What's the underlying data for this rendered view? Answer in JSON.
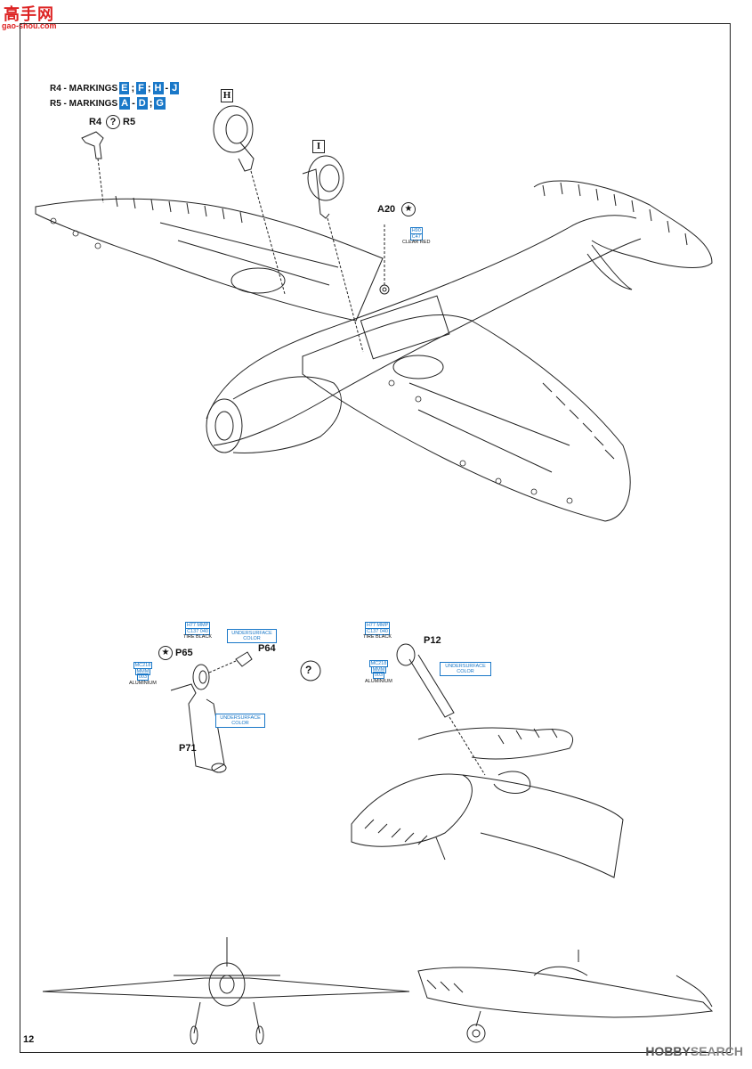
{
  "watermark": {
    "logo": "高手网",
    "url": "gao-shou.com"
  },
  "markings": [
    {
      "prefix": "R4 - MARKINGS",
      "codes": [
        "E",
        "F",
        "H",
        "J"
      ],
      "separators": [
        ";",
        ";",
        "-"
      ]
    },
    {
      "prefix": "R5 - MARKINGS",
      "codes": [
        "A",
        "D",
        "G"
      ],
      "separators": [
        "-",
        ";"
      ]
    }
  ],
  "labels": {
    "r4": "R4",
    "r5": "R5",
    "h": "H",
    "i": "I",
    "a20": "A20",
    "p65": "P65",
    "p64": "P64",
    "p71": "P71",
    "p12": "P12"
  },
  "paint_callouts": {
    "a20": [
      "H90",
      "C47",
      "CLEAR RED"
    ],
    "tire_left": [
      "H77 MMP",
      "C137 040",
      "TIRE BLACK"
    ],
    "tire_right": [
      "H77 MMP",
      "C137 040",
      "TIRE BLACK"
    ],
    "alu_left": [
      "MC218",
      "MMM",
      "003",
      "ALUMINIUM"
    ],
    "alu_right": [
      "MC218",
      "MMM",
      "003",
      "ALUMINIUM"
    ],
    "under_left_top": "UNDERSURFACE COLOR",
    "under_left_bottom": "UNDERSURFACE COLOR",
    "under_right": "UNDERSURFACE COLOR"
  },
  "page_number": "12",
  "publisher_logo": {
    "a": "HOBBY",
    "b": "SEARCH"
  },
  "colors": {
    "accent_blue": "#1a78c8",
    "watermark_red": "#dd2222",
    "line": "#222222"
  }
}
